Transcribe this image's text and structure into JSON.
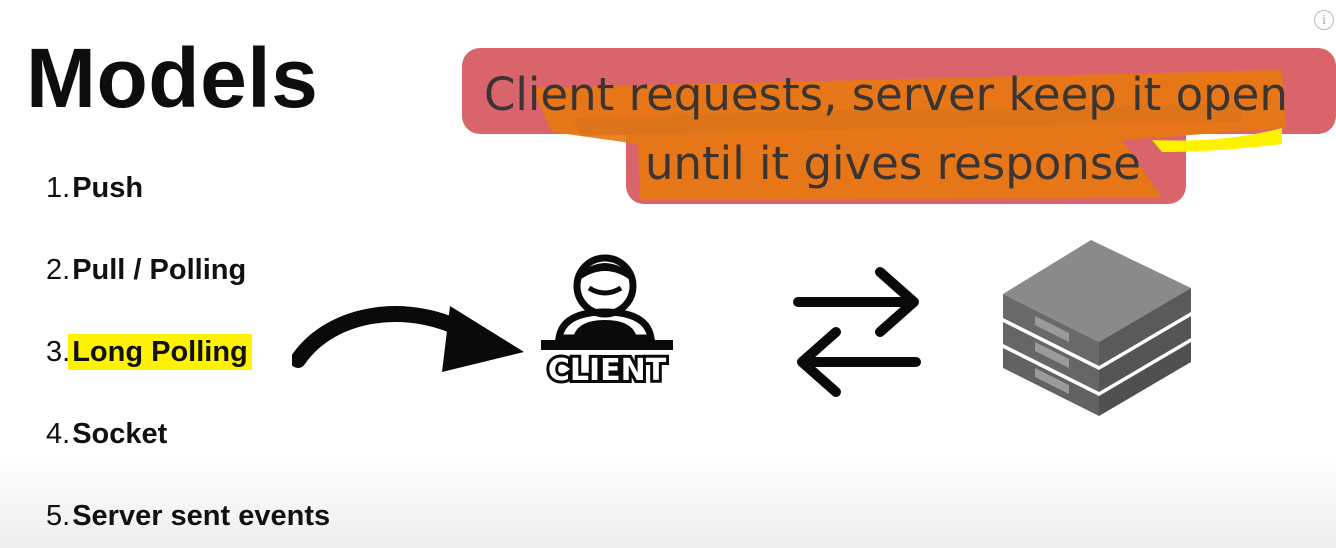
{
  "slide": {
    "title": "Models",
    "models": [
      {
        "number": "1.",
        "label": "Push",
        "highlighted": false
      },
      {
        "number": "2.",
        "label": "Pull / Polling",
        "highlighted": false
      },
      {
        "number": "3.",
        "label": "Long Polling",
        "highlighted": true
      },
      {
        "number": "4.",
        "label": "Socket",
        "highlighted": false
      },
      {
        "number": "5.",
        "label": "Server sent events",
        "highlighted": false
      }
    ],
    "callout": {
      "line1": "Client requests, server keep it open",
      "line2": "until it gives response"
    },
    "client_label": "CLIENT"
  },
  "colors": {
    "callout_bg": "#d9646c",
    "callout_marker": "#e8780f",
    "highlight": "#fff200",
    "marker_yellow": "#fff200"
  },
  "icons": {
    "curved_arrow": "curved-arrow-icon",
    "client": "client-user-icon",
    "exchange": "bidirectional-arrows-icon",
    "server": "server-rack-icon",
    "info": "info-icon"
  }
}
